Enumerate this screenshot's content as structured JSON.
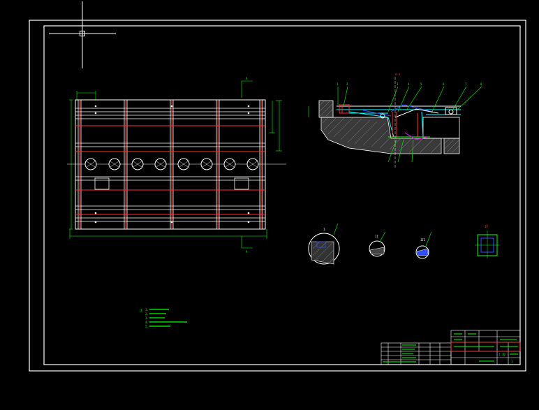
{
  "colors": {
    "background": "#000000",
    "frame": "#ffffff",
    "dimension": "#00ff00",
    "member": "#ff3030",
    "outline": "#ffffff",
    "section": "#00ffff",
    "hidden": "#3050ff",
    "leader": "#ffff00",
    "magenta": "#ff00ff"
  },
  "cursor": {
    "icon": "crosshair-cursor-icon"
  },
  "labels": {
    "section_mark_top": "A",
    "section_mark_bottom": "A",
    "section_title": "A-A",
    "detail_1": "I",
    "detail_2": "II",
    "detail_3": "III",
    "detail_4": "IV"
  },
  "balloons": [
    "1",
    "2",
    "3",
    "4",
    "5",
    "6",
    "7",
    "8"
  ],
  "notes": {
    "marker": "注",
    "lines": [
      "1.",
      "2.",
      "3.",
      "4.",
      "5."
    ]
  },
  "title_block": {
    "scale": "1:10",
    "sheet": "1"
  }
}
